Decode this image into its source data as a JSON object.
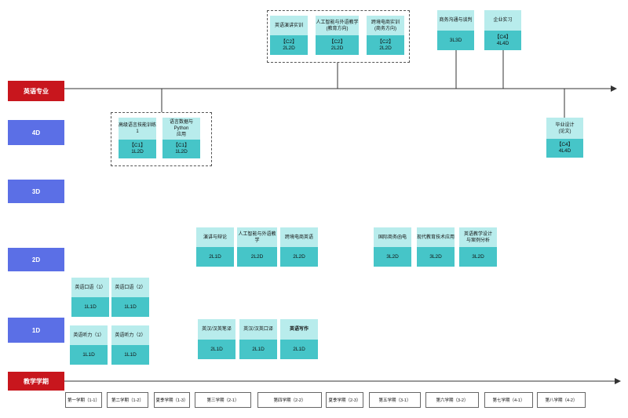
{
  "major_label": "英语专业",
  "term_axis_label": "教学学期",
  "levels": {
    "l4": "4D",
    "l3": "3D",
    "l2": "2D",
    "l1": "1D"
  },
  "courses": {
    "c_speech": {
      "name": "英语演讲实训",
      "sub": "",
      "code1": "【C2】",
      "code2": "2L2D"
    },
    "c_ai_prac": {
      "name": "人工智能与外语教学",
      "sub": "(教育方向)",
      "code1": "【C2】",
      "code2": "2L2D"
    },
    "c_ecom_prac": {
      "name": "跨境电商实训",
      "sub": "(商务方向)",
      "code1": "【C2】",
      "code2": "2L2D"
    },
    "c_biz_comm": {
      "name": "商务沟通与谈判",
      "sub": "",
      "code1": "",
      "code2": "3L3D"
    },
    "c_intern": {
      "name": "企业实习",
      "sub": "",
      "code1": "【C4】",
      "code2": "4L4D"
    },
    "c_advanced": {
      "name": "高级语言技能训练1",
      "sub": "",
      "code1": "【C1】",
      "code2": "1L2D"
    },
    "c_python": {
      "name": "语言数据与Python",
      "sub": "应用",
      "code1": "【C1】",
      "code2": "1L2D"
    },
    "c_thesis": {
      "name": "毕业设计",
      "sub": "(论文)",
      "code1": "【C4】",
      "code2": "4L4D"
    },
    "c_debate": {
      "name": "演讲与辩论",
      "sub": "",
      "code1": "",
      "code2": "2L1D"
    },
    "c_ai_teach": {
      "name": "人工智能与外语教学",
      "sub": "",
      "code1": "",
      "code2": "2L2D"
    },
    "c_ecom_eng": {
      "name": "跨境电商英语",
      "sub": "",
      "code1": "",
      "code2": "2L2D"
    },
    "c_intl_ecom": {
      "name": "国际商务函电",
      "sub": "",
      "code1": "",
      "code2": "3L2D"
    },
    "c_edtech": {
      "name": "现代教育技术应用",
      "sub": "",
      "code1": "",
      "code2": "3L2D"
    },
    "c_design": {
      "name": "英语教学设计",
      "sub": "与案例分析",
      "code1": "",
      "code2": "3L2D"
    },
    "c_oral1": {
      "name": "英语口语（1）",
      "sub": "",
      "code1": "",
      "code2": "1L1D"
    },
    "c_oral2": {
      "name": "英语口语（2）",
      "sub": "",
      "code1": "",
      "code2": "1L1D"
    },
    "c_listen1": {
      "name": "英语听力（1）",
      "sub": "",
      "code1": "",
      "code2": "1L1D"
    },
    "c_listen2": {
      "name": "英语听力（2）",
      "sub": "",
      "code1": "",
      "code2": "1L1D"
    },
    "c_trans_w": {
      "name": "英汉/汉英笔译",
      "sub": "",
      "code1": "",
      "code2": "2L1D"
    },
    "c_trans_o": {
      "name": "英汉/汉英口译",
      "sub": "",
      "code1": "",
      "code2": "2L1D"
    },
    "c_writing": {
      "name": "英语写作",
      "sub": "",
      "code1": "",
      "code2": "2L1D"
    }
  },
  "terms": {
    "t1": "第一学期（1-1）",
    "t2": "第二学期（1-2）",
    "t3": "夏季学期（1-3）",
    "t4": "第三学期（2-1）",
    "t5": "第四学期（2-2）",
    "t6": "夏季学期（2-3）",
    "t7": "第五学期（3-1）",
    "t8": "第六学期（3-2）",
    "t9": "第七学期（4-1）",
    "t10": "第八学期（4-2）"
  },
  "colors": {
    "red": "#c8161d",
    "blue": "#5b6fe6",
    "course_light": "#b8ecec",
    "course_dark": "#46c5c8"
  }
}
